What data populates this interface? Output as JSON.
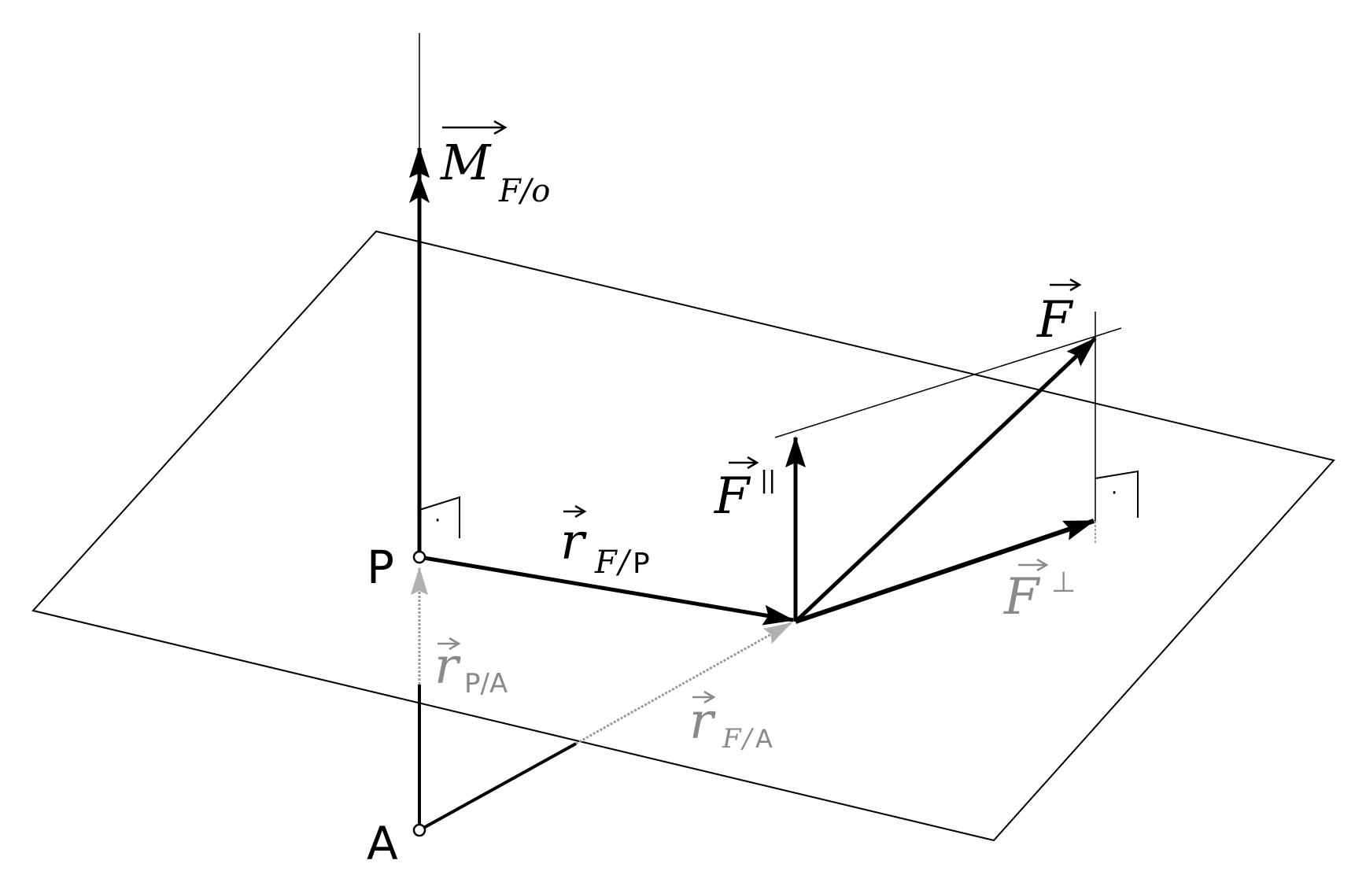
{
  "points": {
    "P": "P",
    "A": "A"
  },
  "vectors": {
    "moment": {
      "symbol": "M",
      "subscript": "F/o"
    },
    "force": {
      "symbol": "F"
    },
    "force_parallel": {
      "symbol": "F",
      "superscript": "||"
    },
    "force_perpendicular": {
      "symbol": "F",
      "superscript": "⊥"
    },
    "r_F_P": {
      "symbol": "r",
      "sub_italic": "F",
      "sub_slash": "/",
      "sub_roman": "P"
    },
    "r_P_A": {
      "symbol": "r",
      "sub_roman": "P/A"
    },
    "r_F_A": {
      "symbol": "r",
      "sub_italic": "F",
      "sub_slash": "/",
      "sub_roman": "A"
    }
  },
  "markers": {
    "right_angle_dot": "·"
  },
  "colors": {
    "ink": "#000000",
    "faint": "#8a8a8a",
    "background": "#ffffff"
  }
}
